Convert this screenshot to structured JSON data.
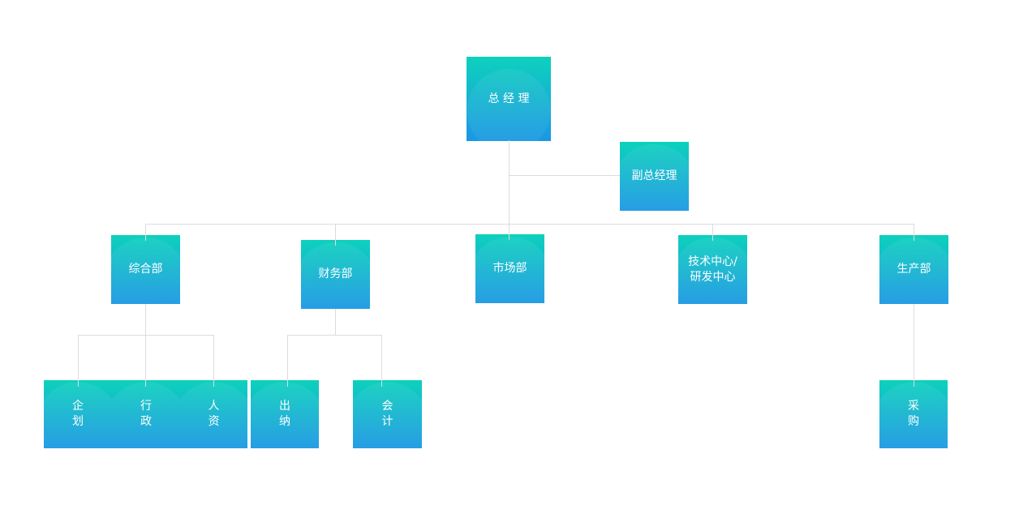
{
  "colors": {
    "background": "#ffffff",
    "box_gradient_top": "#0ed1bd",
    "box_gradient_bottom": "#1a97e3",
    "connector": "#dcdcdc",
    "box_text": "#ffffff"
  },
  "nodes": {
    "general_manager": {
      "label": "总 经 理"
    },
    "deputy_general_manager": {
      "label": "副总经理"
    },
    "general_affairs_dept": {
      "label": "综合部"
    },
    "finance_dept": {
      "label": "财务部"
    },
    "marketing_dept": {
      "label": "市场部"
    },
    "tech_rd_center": {
      "label": "技术中心/\n研发中心"
    },
    "production_dept": {
      "label": "生产部"
    },
    "planning": {
      "label": "企\n划"
    },
    "administration": {
      "label": "行\n政"
    },
    "human_resources": {
      "label": "人\n资"
    },
    "cashier": {
      "label": "出\n纳"
    },
    "accounting": {
      "label": "会\n计"
    },
    "procurement": {
      "label": "采\n购"
    }
  },
  "hierarchy": {
    "general_manager": {
      "assistant": "deputy_general_manager",
      "children": [
        "general_affairs_dept",
        "finance_dept",
        "marketing_dept",
        "tech_rd_center",
        "production_dept"
      ]
    },
    "general_affairs_dept": {
      "children": [
        "planning",
        "administration",
        "human_resources"
      ]
    },
    "finance_dept": {
      "children": [
        "cashier",
        "accounting"
      ]
    },
    "marketing_dept": {
      "children": []
    },
    "tech_rd_center": {
      "children": []
    },
    "production_dept": {
      "children": [
        "procurement"
      ]
    }
  }
}
